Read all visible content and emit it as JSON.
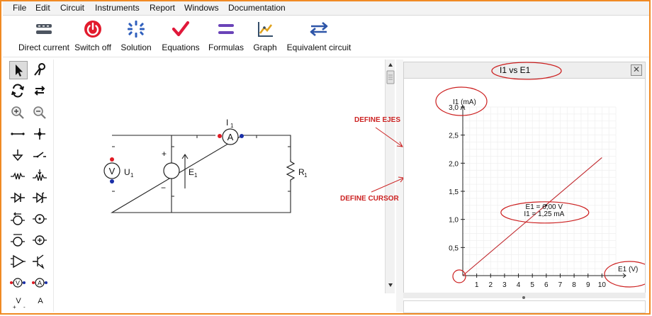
{
  "menu": [
    "File",
    "Edit",
    "Circuit",
    "Instruments",
    "Report",
    "Windows",
    "Documentation"
  ],
  "toolbar": [
    {
      "label": "Direct current",
      "icon": "dc-bars-icon"
    },
    {
      "label": "Switch off",
      "icon": "power-icon"
    },
    {
      "label": "Solution",
      "icon": "solution-burst-icon"
    },
    {
      "label": "Equations",
      "icon": "checkmark-icon"
    },
    {
      "label": "Formulas",
      "icon": "formula-bars-icon"
    },
    {
      "label": "Graph",
      "icon": "graph-tool-icon"
    },
    {
      "label": "Equivalent circuit",
      "icon": "equivalent-arrows-icon"
    }
  ],
  "palette": {
    "tools": [
      "pointer-tool",
      "wire-cut-tool",
      "rotate-tool",
      "flip-tool",
      "zoom-in-tool",
      "zoom-out-tool",
      "wire-tool",
      "junction-tool",
      "ground-tool",
      "switch-tool",
      "resistor-tool",
      "variable-resistor-tool",
      "diode-tool",
      "zener-tool",
      "current-source-tool",
      "voltage-source-tool",
      "dependent-current-tool",
      "dependent-voltage-tool",
      "opamp-tool",
      "transistor-tool",
      "voltmeter-tool",
      "ammeter-tool",
      "voltage-label-tool",
      "current-label-tool"
    ],
    "voltage_label": "V",
    "current_label": "A"
  },
  "circuit": {
    "ammeter_label": "I",
    "ammeter_sub": "1",
    "ammeter_symbol": "A",
    "voltmeter_label": "U",
    "voltmeter_sub": "1",
    "voltmeter_symbol": "V",
    "source_label": "E",
    "source_sub": "1",
    "source_plus": "+",
    "source_minus": "−",
    "resistor_label": "R",
    "resistor_sub": "1",
    "colors": {
      "terminal_red": "#e01b24",
      "terminal_blue": "#1a2fa8",
      "wire": "#222222"
    }
  },
  "annotations": {
    "define_axes": "DEFINE EJES",
    "define_cursor": "DEFINE CURSOR",
    "color": "#cc2222"
  },
  "side_tools": [
    "axes-config-icon",
    "cursor-icon",
    "series-icon",
    "help-icon"
  ],
  "graph": {
    "title": "I1 vs E1",
    "close": "✕"
  },
  "chart_data": {
    "type": "line",
    "title": "I1 vs E1",
    "xlabel": "E1 (V)",
    "ylabel": "I1 (mA)",
    "xlim": [
      0,
      11
    ],
    "ylim": [
      0,
      3.0
    ],
    "x_ticks": [
      1,
      2,
      3,
      4,
      5,
      6,
      7,
      8,
      9,
      10
    ],
    "y_ticks": [
      0.5,
      1.0,
      1.5,
      2.0,
      2.5,
      3.0
    ],
    "x_tick_labels": [
      "1",
      "2",
      "3",
      "4",
      "5",
      "6",
      "7",
      "8",
      "9",
      "10"
    ],
    "y_tick_labels": [
      "0,5",
      "1,0",
      "1,5",
      "2,0",
      "2,5",
      "3,0"
    ],
    "grid": true,
    "series": [
      {
        "x": [
          0,
          10
        ],
        "y": [
          0,
          2.1
        ],
        "color": "#c0282d"
      }
    ],
    "cursor": {
      "x": 6.0,
      "y": 1.25,
      "label_x": "E1 = 6,00 V",
      "label_y": "I1 = 1,25 mA"
    },
    "highlight_color": "#cc1f1f"
  }
}
